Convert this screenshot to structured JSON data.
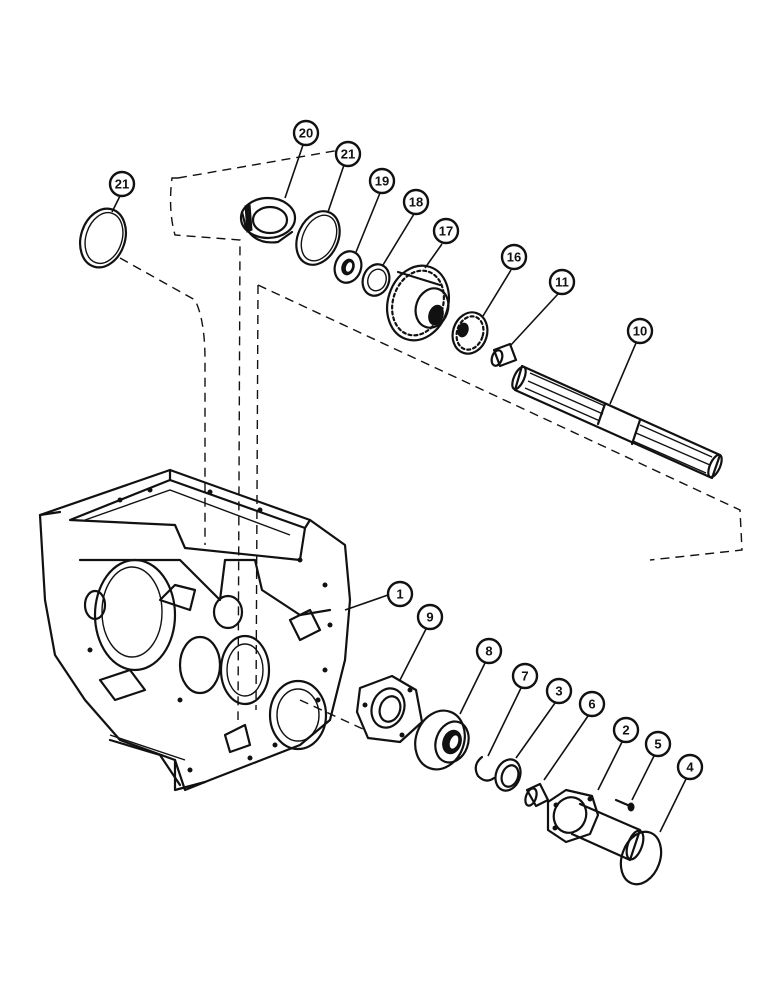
{
  "diagram": {
    "type": "exploded-parts-view",
    "callouts": [
      {
        "id": "c20",
        "label": "20"
      },
      {
        "id": "c21a",
        "label": "21"
      },
      {
        "id": "c21b",
        "label": "21"
      },
      {
        "id": "c19",
        "label": "19"
      },
      {
        "id": "c18",
        "label": "18"
      },
      {
        "id": "c17",
        "label": "17"
      },
      {
        "id": "c16",
        "label": "16"
      },
      {
        "id": "c11",
        "label": "11"
      },
      {
        "id": "c10",
        "label": "10"
      },
      {
        "id": "c1",
        "label": "1"
      },
      {
        "id": "c9",
        "label": "9"
      },
      {
        "id": "c8",
        "label": "8"
      },
      {
        "id": "c7",
        "label": "7"
      },
      {
        "id": "c3",
        "label": "3"
      },
      {
        "id": "c6",
        "label": "6"
      },
      {
        "id": "c2",
        "label": "2"
      },
      {
        "id": "c5",
        "label": "5"
      },
      {
        "id": "c4",
        "label": "4"
      }
    ]
  }
}
